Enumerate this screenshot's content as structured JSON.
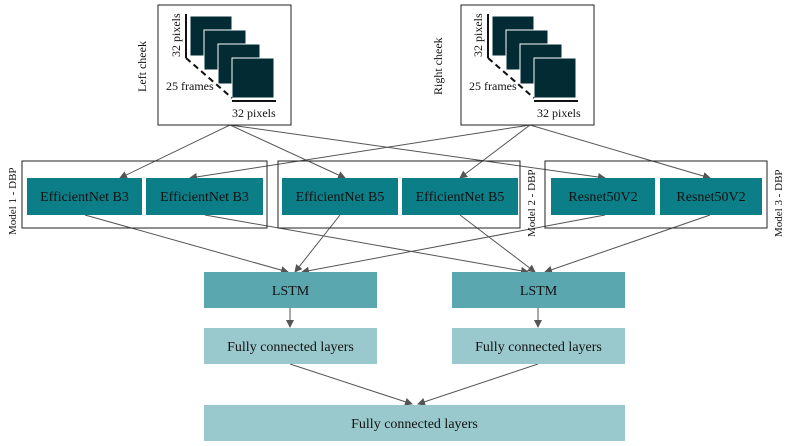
{
  "inputs": {
    "left": {
      "side_label": "Left cheek",
      "height_label": "32 pixels",
      "frames_label": "25 frames",
      "width_label": "32 pixels"
    },
    "right": {
      "side_label": "Right cheek",
      "height_label": "32 pixels",
      "frames_label": "25 frames",
      "width_label": "32 pixels"
    }
  },
  "models": {
    "m1": {
      "label": "Model 1 - DBP",
      "nets": [
        "EfficientNet B3",
        "EfficientNet B3"
      ]
    },
    "m2": {
      "label": "Model 2 - DBP",
      "nets": [
        "EfficientNet B5",
        "EfficientNet B5"
      ]
    },
    "m3": {
      "label": "Model 3 - DBP",
      "nets": [
        "Resnet50V2",
        "Resnet50V2"
      ]
    }
  },
  "lstm": [
    "LSTM",
    "LSTM"
  ],
  "fc": [
    "Fully connected layers",
    "Fully connected layers"
  ],
  "final_fc": "Fully connected layers",
  "colors": {
    "net": "#0c7e87",
    "lstm": "#5aa7b0",
    "fc": "#9ac9cd",
    "frame": "#022b33",
    "arrow": "#555555",
    "border": "#222222"
  }
}
